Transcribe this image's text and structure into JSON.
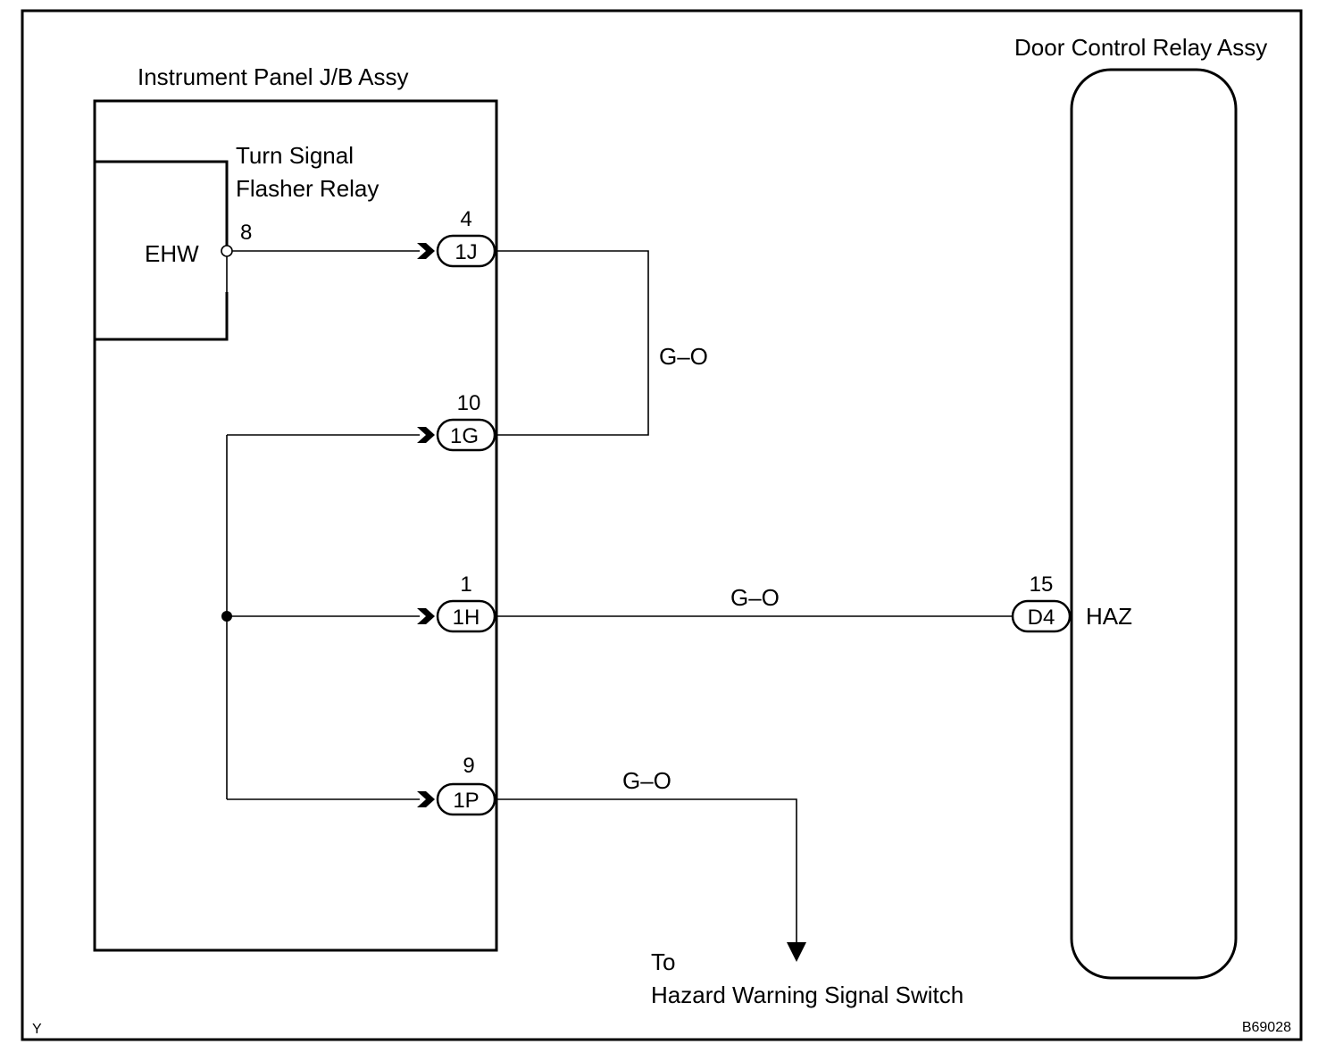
{
  "components": {
    "jb_assy": "Instrument Panel J/B Assy",
    "flasher_relay_line1": "Turn Signal",
    "flasher_relay_line2": "Flasher Relay",
    "relay_terminal": "EHW",
    "relay_pin": "8",
    "door_relay": "Door Control Relay Assy",
    "door_terminal": "HAZ"
  },
  "connectors": {
    "c1j": {
      "code": "1J",
      "pin": "4"
    },
    "c1g": {
      "code": "1G",
      "pin": "10"
    },
    "c1h": {
      "code": "1H",
      "pin": "1"
    },
    "c1p": {
      "code": "1P",
      "pin": "9"
    },
    "d4": {
      "code": "D4",
      "pin": "15"
    }
  },
  "wires": {
    "loop": "G–O",
    "haz": "G–O",
    "switch": "G–O"
  },
  "destination": {
    "line1": "To",
    "line2": "Hazard Warning Signal Switch"
  },
  "corner": {
    "left": "Y",
    "right": "B69028"
  }
}
